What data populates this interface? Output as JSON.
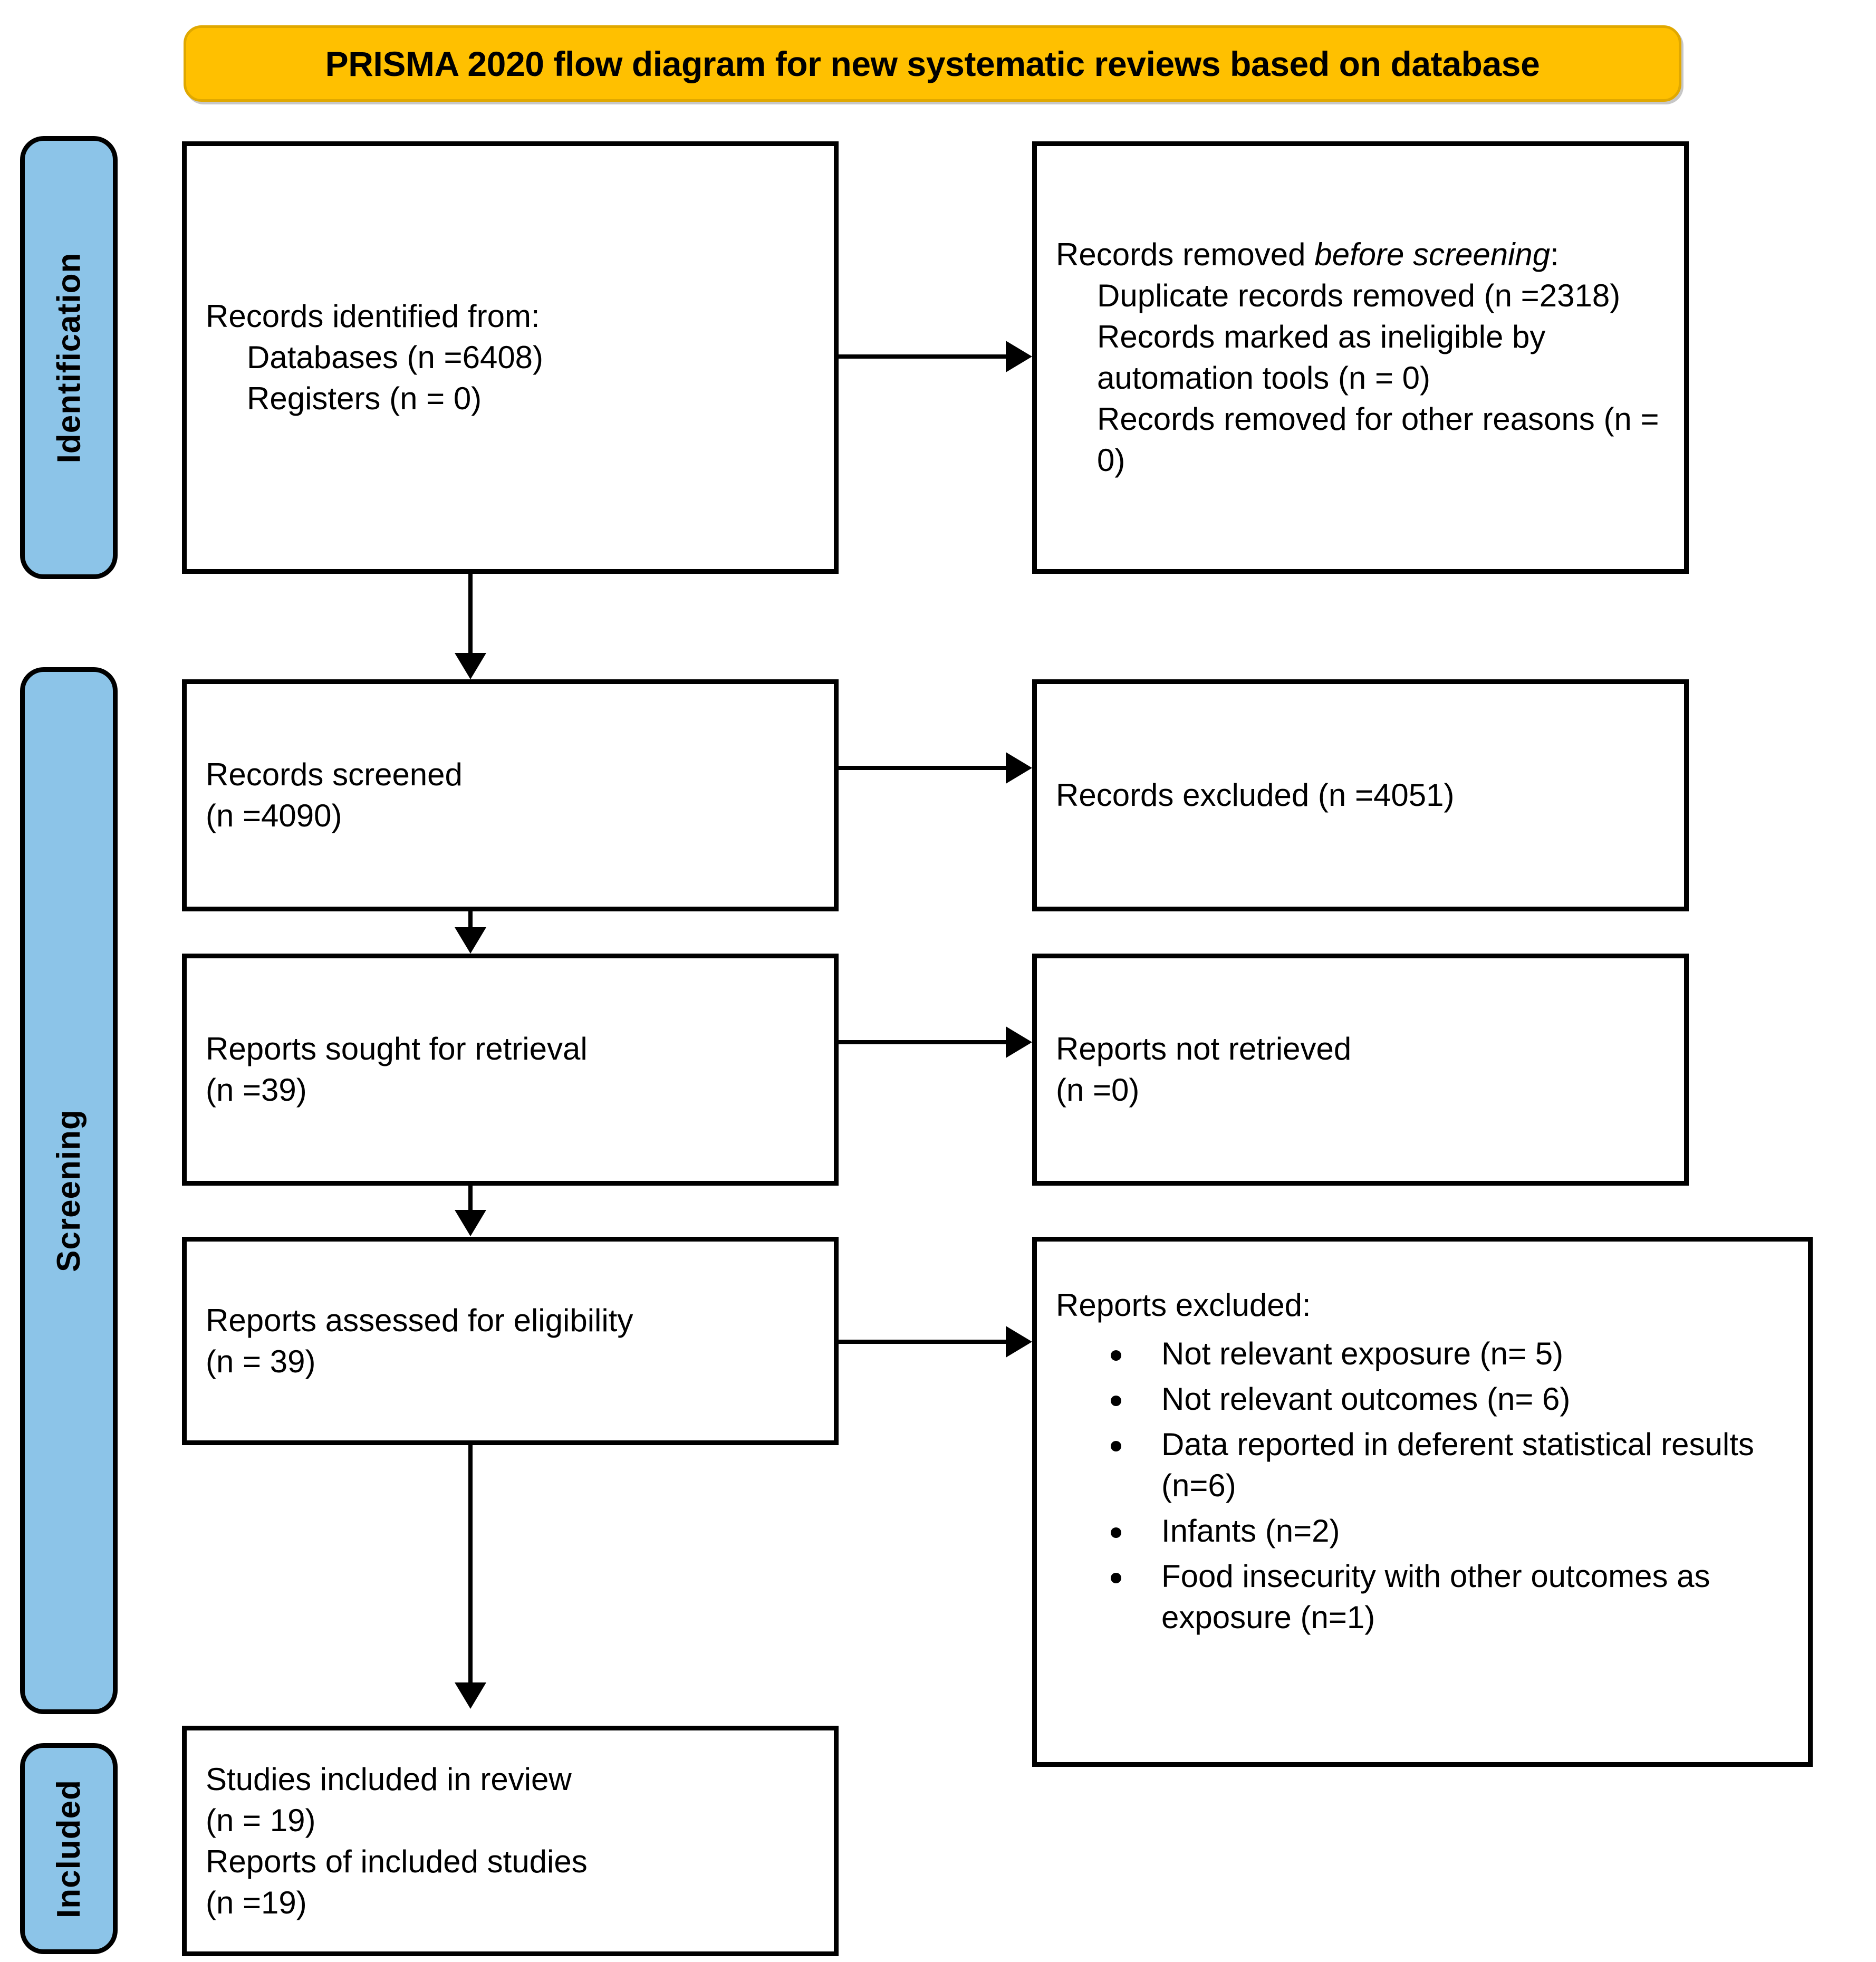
{
  "title": {
    "text": "PRISMA 2020 flow diagram for new systematic reviews based on database"
  },
  "colors": {
    "banner_fill": "#FFC000",
    "banner_border": "#E0A800",
    "stage_fill": "#8CC4E8",
    "box_border": "#000000",
    "text": "#000000"
  },
  "stages": [
    {
      "id": "identification",
      "label": "Identification"
    },
    {
      "id": "screening",
      "label": "Screening"
    },
    {
      "id": "included",
      "label": "Included"
    }
  ],
  "boxes": {
    "identified": {
      "lines": [
        "Records identified from:",
        "Databases (n =6408)",
        "Registers (n = 0)"
      ]
    },
    "removed": {
      "heading_pre": "Records removed ",
      "heading_em": "before screening",
      "heading_post": ":",
      "lines": [
        "Duplicate records removed (n =2318)",
        "Records marked as ineligible by automation tools (n = 0)",
        "Records removed for other reasons (n = 0)"
      ]
    },
    "screened": {
      "lines": [
        "Records screened",
        "(n =4090)"
      ]
    },
    "excluded": {
      "lines": [
        "Records excluded (n =4051)"
      ]
    },
    "sought": {
      "lines": [
        "Reports sought for retrieval",
        "(n =39)"
      ]
    },
    "not_retrieved": {
      "lines": [
        "Reports not retrieved",
        "(n =0)"
      ]
    },
    "assessed": {
      "lines": [
        "Reports assessed for eligibility",
        "(n = 39)"
      ]
    },
    "reports_excluded": {
      "heading": "Reports excluded:",
      "items": [
        "Not relevant exposure (n= 5)",
        "Not relevant outcomes (n= 6)",
        "Data reported in deferent statistical results (n=6)",
        "Infants (n=2)",
        "Food insecurity with other outcomes as exposure (n=1)"
      ]
    },
    "included": {
      "lines": [
        "Studies included in review",
        "(n = 19)",
        "Reports of included studies",
        "(n =19)"
      ]
    }
  }
}
